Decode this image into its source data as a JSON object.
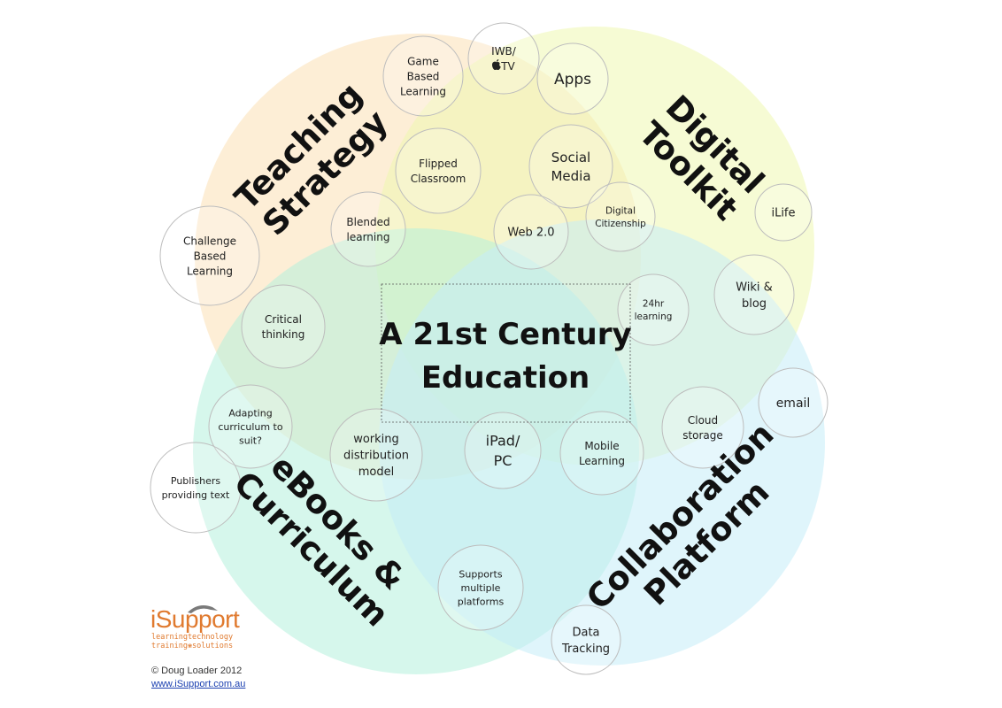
{
  "diagram": {
    "center_title": [
      "A 21st Century",
      "Education"
    ],
    "categories": [
      {
        "key": "teaching",
        "lines": [
          "Teaching",
          "Strategy"
        ],
        "color": "#fce0b5"
      },
      {
        "key": "digital",
        "lines": [
          "Digital",
          "Toolkit"
        ],
        "color": "#eef7b0"
      },
      {
        "key": "ebooks",
        "lines": [
          "eBooks &",
          "Curriculum"
        ],
        "color": "#b5f0dc"
      },
      {
        "key": "collab",
        "lines": [
          "Collaboration",
          "Platform"
        ],
        "color": "#c5ecf7"
      }
    ],
    "nodes": [
      {
        "key": "game",
        "lines": [
          "Game",
          "Based",
          "Learning"
        ]
      },
      {
        "key": "iwb",
        "lines": [
          "IWB/",
          "TV"
        ],
        "icon": "apple-icon"
      },
      {
        "key": "apps",
        "lines": [
          "Apps"
        ]
      },
      {
        "key": "flipped",
        "lines": [
          "Flipped",
          "Classroom"
        ]
      },
      {
        "key": "social",
        "lines": [
          "Social",
          "Media"
        ]
      },
      {
        "key": "digcit",
        "lines": [
          "Digital",
          "Citizenship"
        ]
      },
      {
        "key": "ilife",
        "lines": [
          "iLife"
        ]
      },
      {
        "key": "blended",
        "lines": [
          "Blended",
          "learning"
        ]
      },
      {
        "key": "web2",
        "lines": [
          "Web 2.0"
        ]
      },
      {
        "key": "challenge",
        "lines": [
          "Challenge",
          "Based",
          "Learning"
        ]
      },
      {
        "key": "wiki",
        "lines": [
          "Wiki &",
          "blog"
        ]
      },
      {
        "key": "critical",
        "lines": [
          "Critical",
          "thinking"
        ]
      },
      {
        "key": "24hr",
        "lines": [
          "24hr",
          "learning"
        ]
      },
      {
        "key": "email",
        "lines": [
          "email"
        ]
      },
      {
        "key": "adapting",
        "lines": [
          "Adapting",
          "curriculum to",
          "suit?"
        ]
      },
      {
        "key": "cloud",
        "lines": [
          "Cloud",
          "storage"
        ]
      },
      {
        "key": "working",
        "lines": [
          "working",
          "distribution",
          "model"
        ]
      },
      {
        "key": "ipad",
        "lines": [
          "iPad/",
          "PC"
        ]
      },
      {
        "key": "mobile",
        "lines": [
          "Mobile",
          "Learning"
        ]
      },
      {
        "key": "publishers",
        "lines": [
          "Publishers",
          "providing text"
        ]
      },
      {
        "key": "supports",
        "lines": [
          "Supports",
          "multiple",
          "platforms"
        ]
      },
      {
        "key": "data",
        "lines": [
          "Data",
          "Tracking"
        ]
      }
    ]
  },
  "branding": {
    "logo_text": "iSupport",
    "logo_tagline_1": "learningtechnology",
    "logo_tagline_2": "training❀solutions",
    "accent_color": "#e07a2f",
    "copyright": "© Doug Loader 2012",
    "website": "www.iSupport.com.au"
  }
}
